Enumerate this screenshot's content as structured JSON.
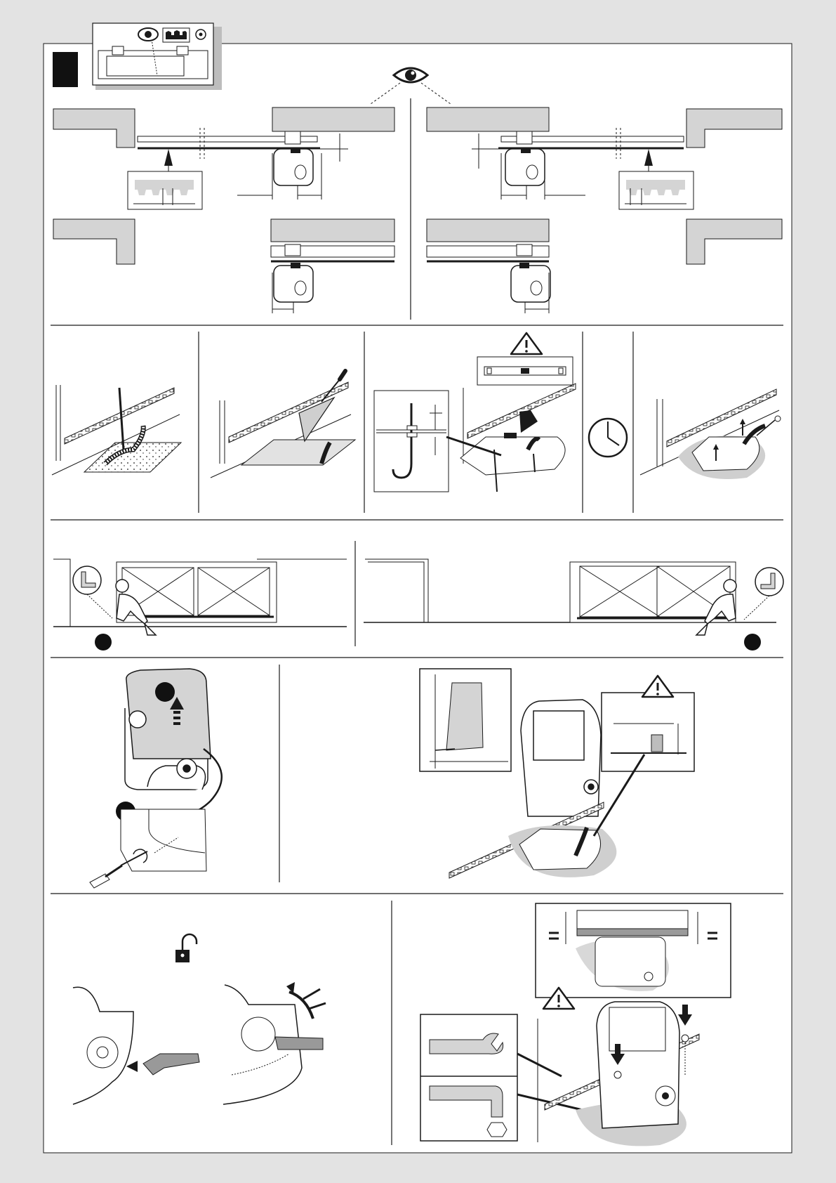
{
  "document": {
    "type": "installation-diagram-sheet",
    "visible_text": []
  },
  "colors": {
    "page_background": "#e3e3e3",
    "panel_background": "#ffffff",
    "line": "#1a1a1a",
    "wall_fill": "#d4d4d4",
    "shadow": "#c8c8c8",
    "step_marker": "#111111"
  },
  "panels": [
    {
      "id": "step-header",
      "icons": [
        "step-number-block",
        "inspection-eye-icon",
        "gear-rack-icon",
        "motor-icon"
      ]
    },
    {
      "id": "gear-alignment",
      "icons": [
        "eye-icon",
        "warning-icon"
      ]
    },
    {
      "id": "base-preparation",
      "icons": [
        "trowel-icon",
        "spirit-level-icon",
        "warning-icon",
        "clock-icon"
      ]
    },
    {
      "id": "gate-travel",
      "icons": [
        "gate-stop-bracket-icon"
      ]
    },
    {
      "id": "cover-removal",
      "icons": [
        "screwdriver-icon",
        "arrow-up-icon"
      ]
    },
    {
      "id": "motor-positioning",
      "icons": [
        "warning-icon"
      ]
    },
    {
      "id": "manual-release",
      "icons": [
        "padlock-open-icon",
        "release-key-icon"
      ]
    },
    {
      "id": "rack-fixing",
      "icons": [
        "warning-icon",
        "spanner-icon",
        "hex-key-icon"
      ]
    }
  ]
}
